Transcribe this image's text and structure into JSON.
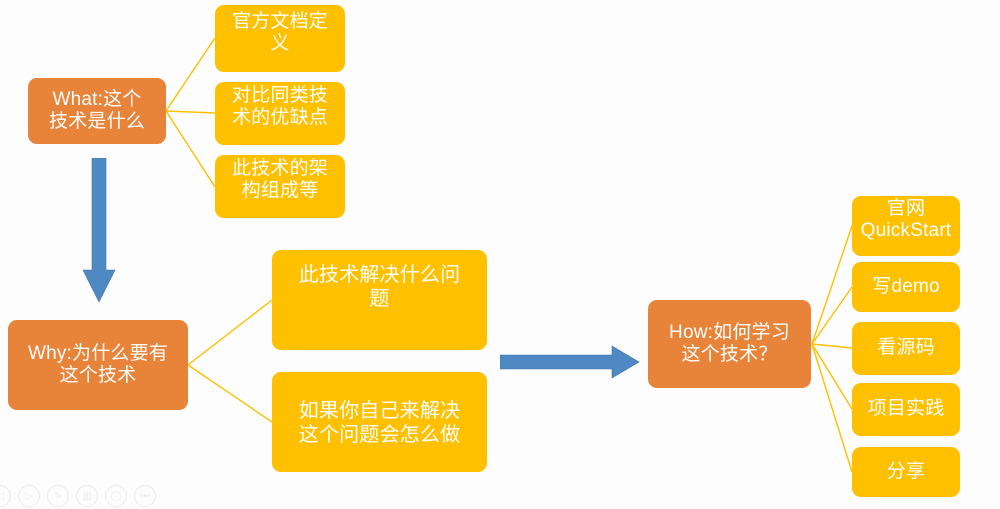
{
  "diagram": {
    "type": "mind-map",
    "background_color": "#fdfdfd",
    "palette": {
      "root_fill": "#e8833a",
      "leaf_fill": "#ffc000",
      "connector_line": "#ffc000",
      "arrow_fill": "#4f89c4",
      "text_color": "#ffffff"
    },
    "roots": [
      {
        "id": "what",
        "label": "What:这个\n技术是什么",
        "children": [
          {
            "id": "what-1",
            "label": "官方文档定\n义"
          },
          {
            "id": "what-2",
            "label": "对比同类技\n术的优缺点"
          },
          {
            "id": "what-3",
            "label": "此技术的架\n构组成等"
          }
        ]
      },
      {
        "id": "why",
        "label": "Why:为什么要有\n这个技术",
        "children": [
          {
            "id": "why-1",
            "label": "此技术解决什么问\n题"
          },
          {
            "id": "why-2",
            "label": "如果你自己来解决\n这个问题会怎么做"
          }
        ]
      },
      {
        "id": "how",
        "label": "How:如何学习\n这个技术？",
        "children": [
          {
            "id": "how-1",
            "label": "官网\nQuickStart"
          },
          {
            "id": "how-2",
            "label": "写demo"
          },
          {
            "id": "how-3",
            "label": "看源码"
          },
          {
            "id": "how-4",
            "label": "项目实践"
          },
          {
            "id": "how-5",
            "label": "分享"
          }
        ]
      }
    ],
    "arrows": [
      {
        "id": "what-to-why",
        "direction": "down",
        "color": "#4f89c4"
      },
      {
        "id": "why-to-how",
        "direction": "right",
        "color": "#4f89c4"
      }
    ]
  },
  "toolbar": {
    "items": [
      {
        "name": "previous-icon",
        "glyph": "◁"
      },
      {
        "name": "play-icon",
        "glyph": "▷"
      },
      {
        "name": "pen-icon",
        "glyph": "✎"
      },
      {
        "name": "slides-icon",
        "glyph": "▥"
      },
      {
        "name": "pointer-icon",
        "glyph": "◯"
      },
      {
        "name": "more-icon",
        "glyph": "•••"
      }
    ]
  }
}
